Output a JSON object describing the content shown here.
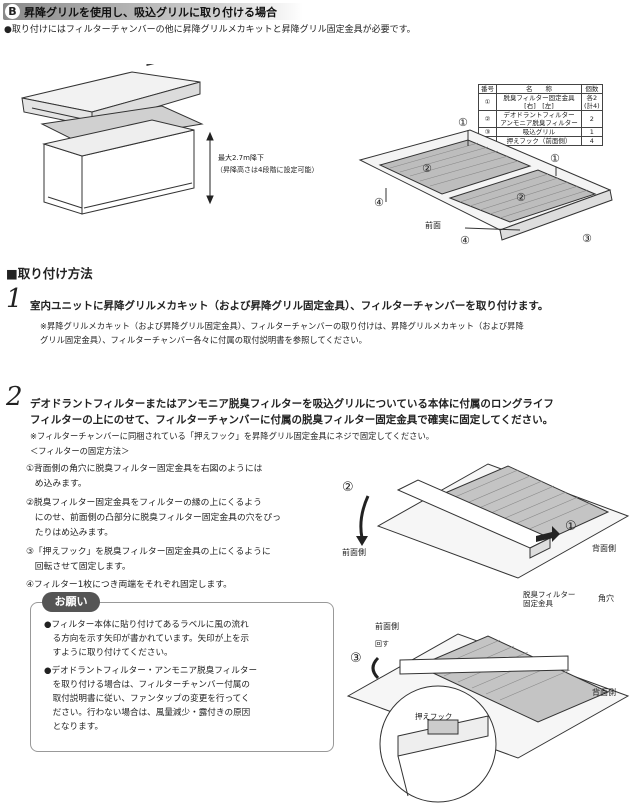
{
  "header": {
    "badge": "B",
    "title": "昇降グリルを使用し、吸込グリルに取り付ける場合"
  },
  "intro": "●取り付けにはフィルターチャンバーの他に昇降グリルメカキットと昇降グリル固定金具が必要です。",
  "figure1": {
    "height_label": "最大2.7m降下",
    "height_note": "（昇降高さは4段階に設定可能）"
  },
  "parts_table": {
    "headers": [
      "番号",
      "名　　称",
      "個数"
    ],
    "rows": [
      {
        "no": "①",
        "name": "脱臭フィルター固定金具\n[右]　[左]",
        "qty": "各2\n(計4)"
      },
      {
        "no": "②",
        "name": "デオドラントフィルター\nアンモニア脱臭フィルター",
        "qty": "2"
      },
      {
        "no": "③",
        "name": "吸込グリル",
        "qty": "1"
      },
      {
        "no": "④",
        "name": "押えフック（前面側）",
        "qty": "4"
      }
    ]
  },
  "figure2": {
    "callouts": [
      "①",
      "①",
      "②",
      "②",
      "④",
      "④",
      "③"
    ],
    "front_label": "前面"
  },
  "section_title": "■取り付け方法",
  "step1": {
    "number": "1",
    "heading": "室内ユニットに昇降グリルメカキット（および昇降グリル固定金具）、フィルターチャンバーを取り付けます。",
    "notes": [
      "※昇降グリルメカキット（および昇降グリル固定金具）、フィルターチャンバーの取り付けは、昇降グリルメカキット（および昇降",
      "グリル固定金具）、フィルターチャンバー各々に付属の取付説明書を参照してください。"
    ]
  },
  "step2": {
    "number": "2",
    "heading": [
      "デオドラントフィルターまたはアンモニア脱臭フィルターを吸込グリルについている本体に付属のロングライフ",
      "フィルターの上にのせて、フィルターチャンバーに付属の脱臭フィルター固定金具で確実に固定してください。"
    ],
    "notes": [
      "※フィルターチャンバーに同梱されている「押えフック」を昇降グリル固定金具にネジで固定してください。",
      "＜フィルターの固定方法＞"
    ],
    "procedure": [
      "①背面側の角穴に脱臭フィルター固定金具を右図のようには",
      "　め込みます。",
      "②脱臭フィルター固定金具をフィルターの縁の上にくるよう",
      "　にのせ、前面側の凸部分に脱臭フィルター固定金具の穴をぴっ",
      "　たりはめ込みます。",
      "③「押えフック」を脱臭フィルター固定金具の上にくるように",
      "　回転させて固定します。",
      "④フィルター1枚につき両端をそれぞれ固定します。"
    ]
  },
  "request": {
    "title": "お願い",
    "items": [
      [
        "●フィルター本体に貼り付けてあるラベルに風の流れ",
        "　る方向を示す矢印が書かれています。矢印が上を示",
        "　すように取り付けてください。"
      ],
      [
        "●デオドラントフィルター・アンモニア脱臭フィルター",
        "　を取り付ける場合は、フィルターチャンバー付属の",
        "　取付説明書に従い、ファンタップの変更を行ってく",
        "　ださい。行わない場合は、風量減少・露付きの原因",
        "　となります。"
      ]
    ]
  },
  "figure3": {
    "labels": {
      "step2": "②",
      "step1": "①",
      "step3": "③",
      "front_top": "前面側",
      "back_top": "背面側",
      "bracket": "脱臭フィルター\n固定金具",
      "square_hole": "角穴",
      "front_bottom": "前面側",
      "rotate": "回す",
      "back_bottom": "背面側",
      "hook": "押えフック"
    }
  }
}
